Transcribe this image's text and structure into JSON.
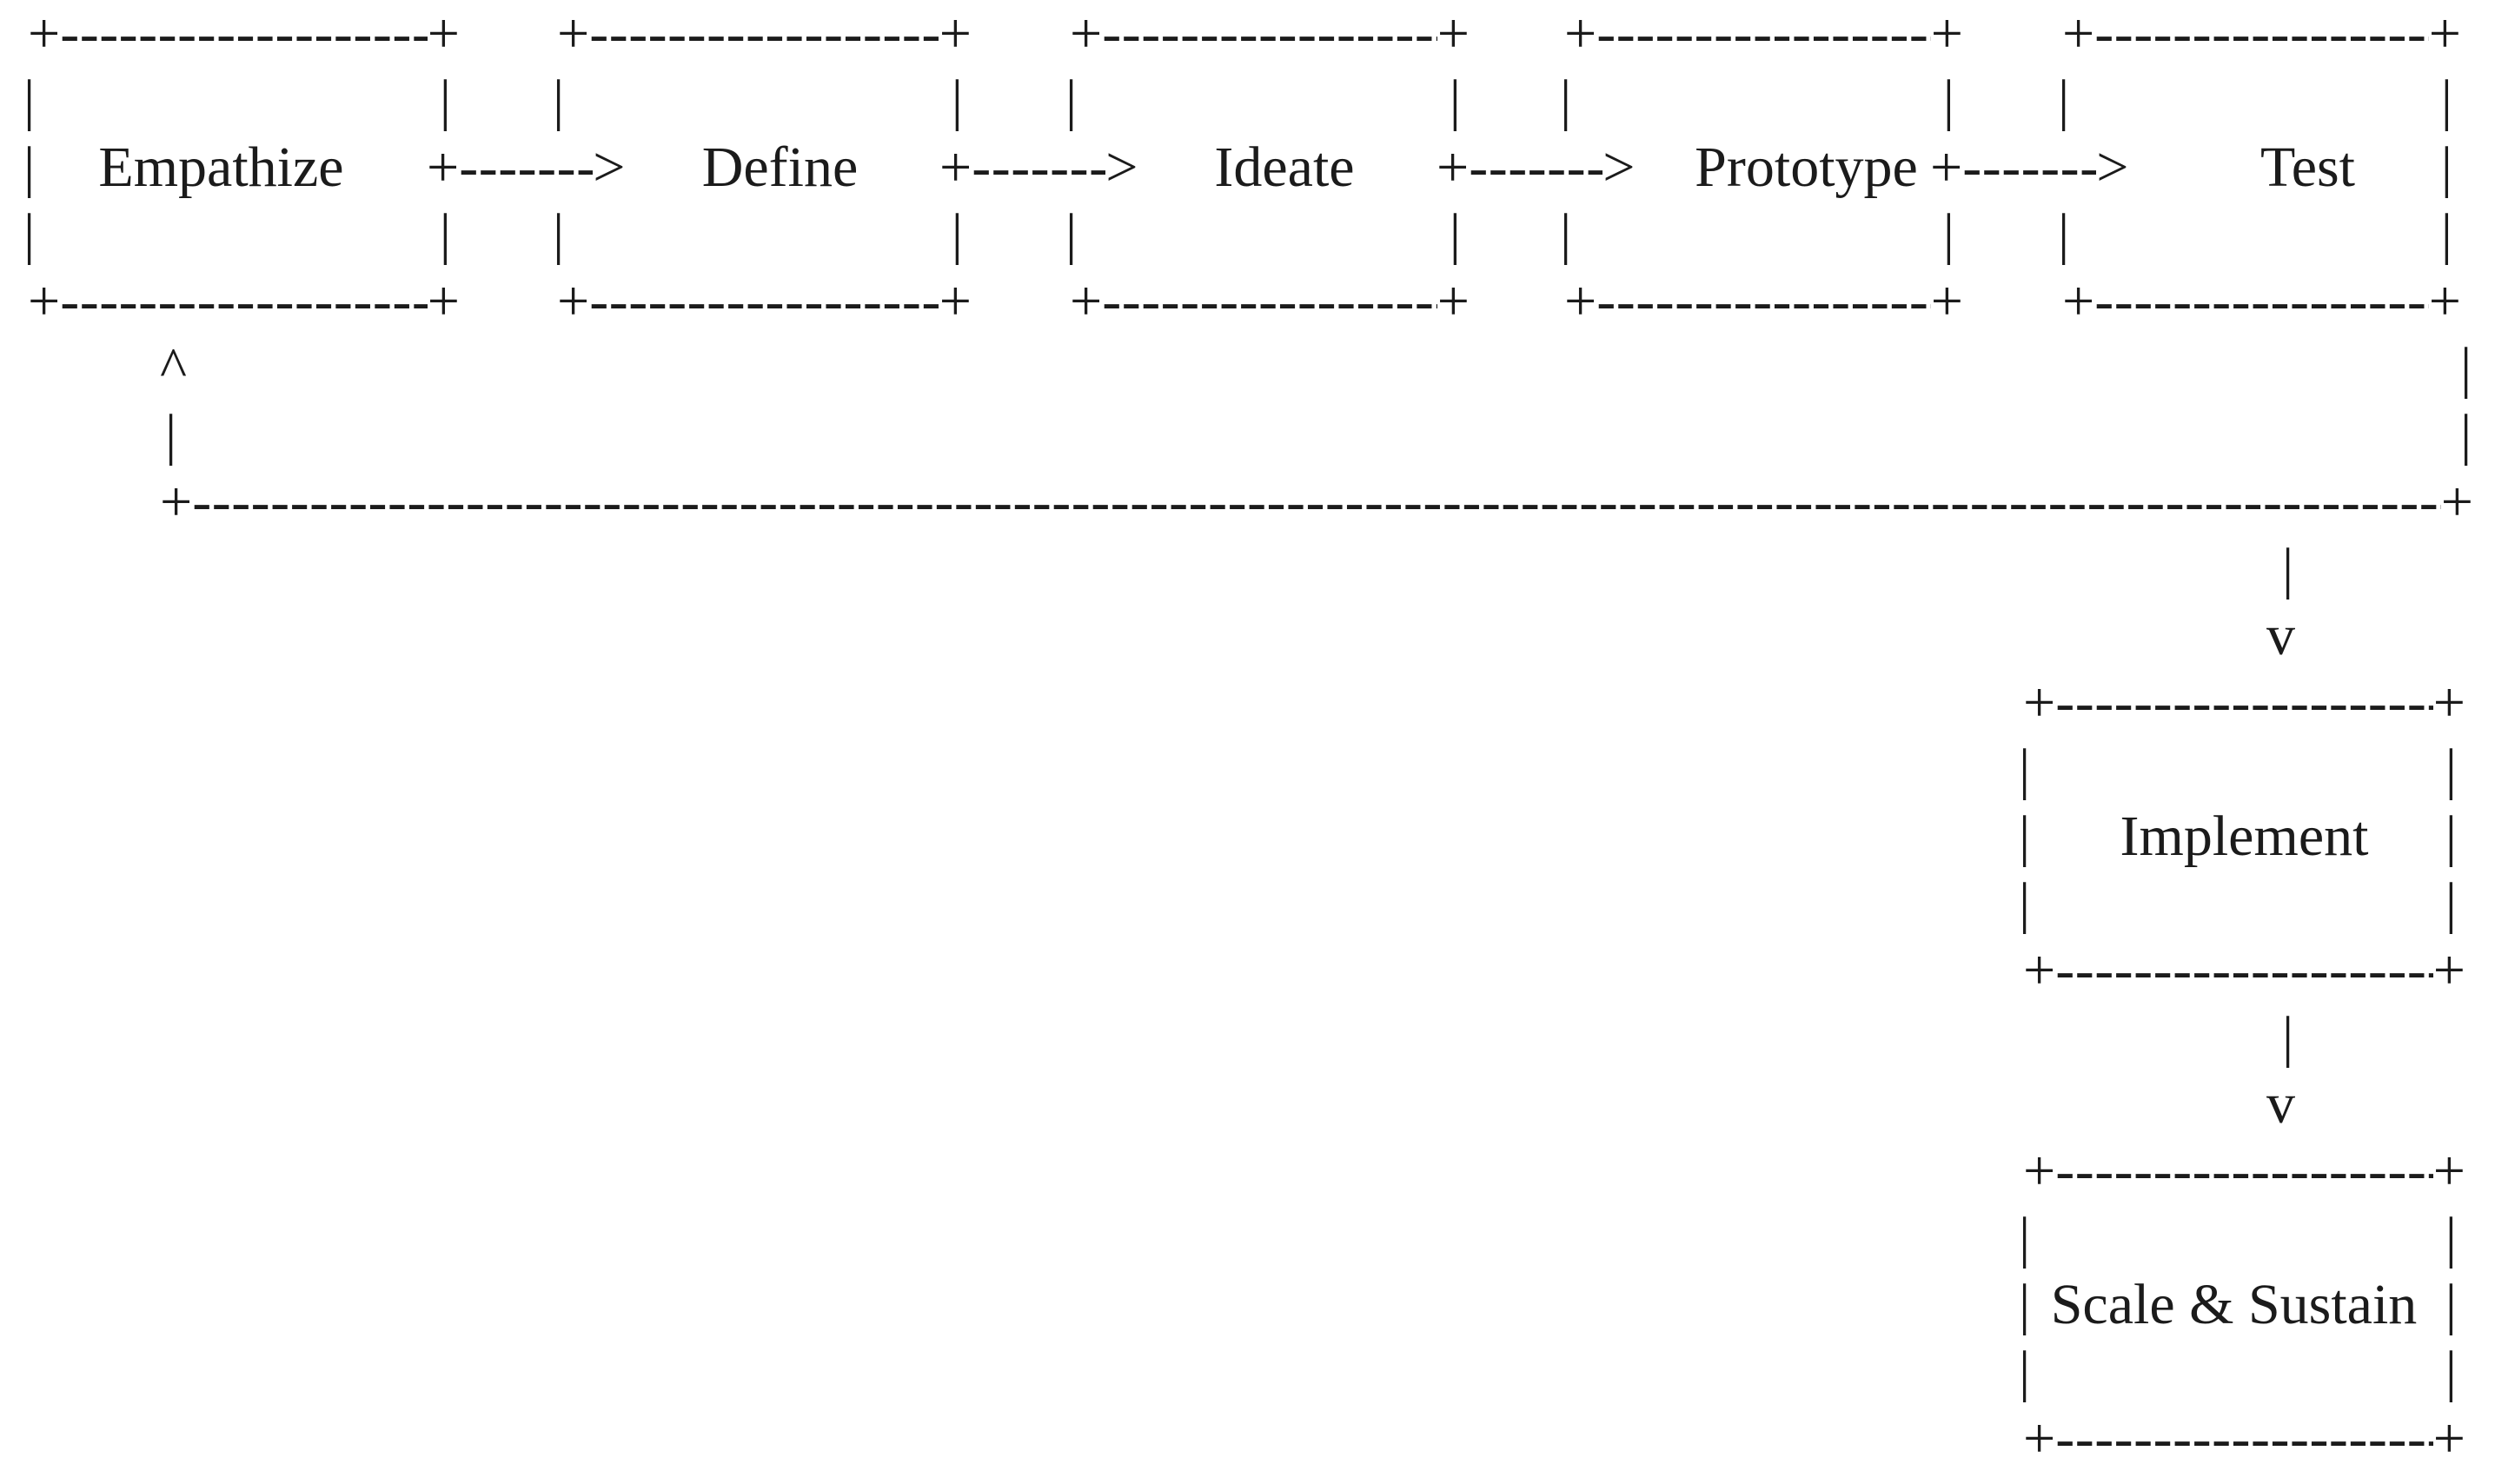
{
  "diagram": {
    "stages": [
      "Empathize",
      "Define",
      "Ideate",
      "Prototype",
      "Test"
    ],
    "downstream": [
      "Implement",
      "Scale & Sustain"
    ],
    "glyphs": {
      "corner": "+",
      "edge": "|",
      "feedback_up_arrowhead": "^",
      "down_arrowhead": "v",
      "right_arrowhead": ">",
      "dash_fill": "----------------------------------------------------------------------------------------------------------------------------------"
    },
    "colors": {
      "ink": "#1b1b1b",
      "background": "#ffffff"
    }
  }
}
